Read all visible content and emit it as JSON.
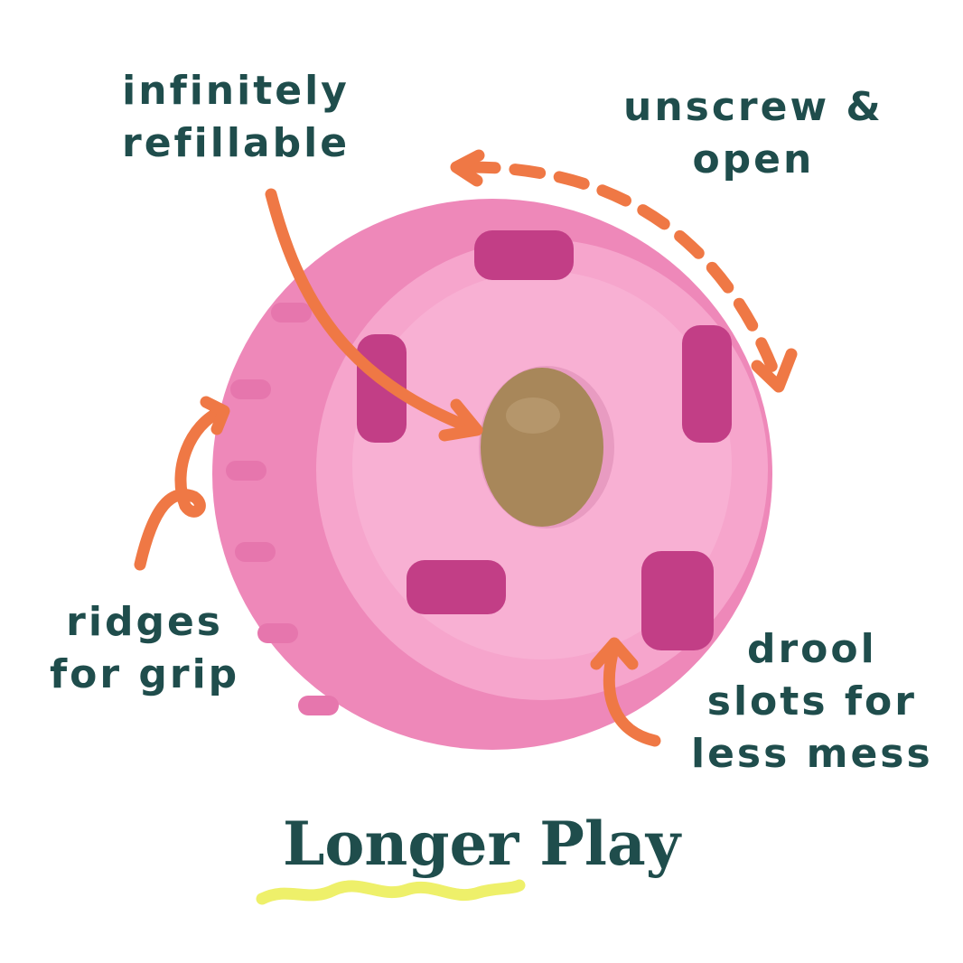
{
  "annotations": {
    "refill": [
      "infinitely",
      "refillable"
    ],
    "unscrew": [
      "unscrew &",
      "open"
    ],
    "ridges": [
      "ridges",
      "for grip"
    ],
    "drool": [
      "drool",
      "slots for",
      "less mess"
    ]
  },
  "title": "Longer Play",
  "colors": {
    "text": "#1f4d4c",
    "arrow": "#ef7845",
    "toy": "#f49ac6",
    "treat": "#a8875a",
    "squiggle": "#eef06a"
  }
}
